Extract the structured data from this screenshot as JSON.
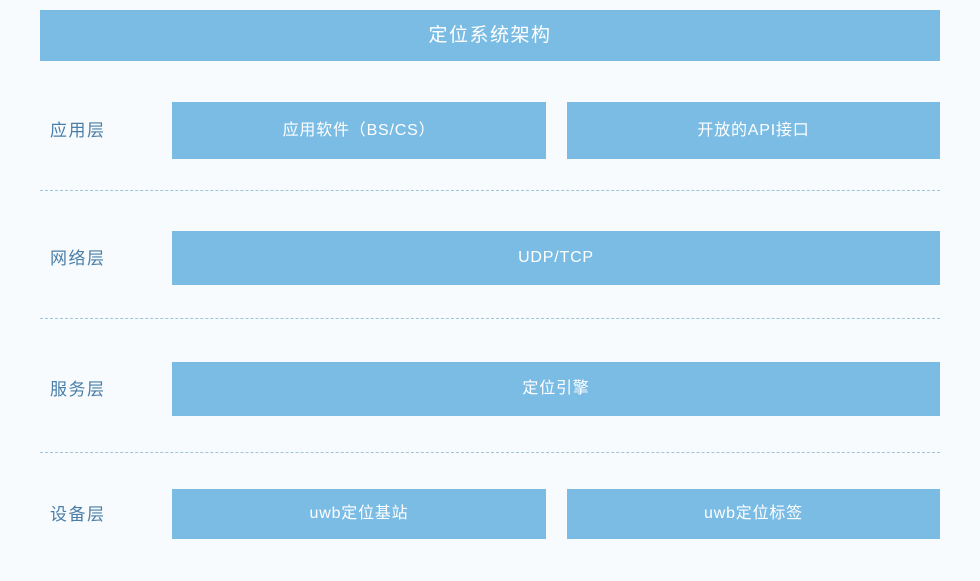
{
  "diagram": {
    "title": "定位系统架构",
    "accent_color": "#7bbce4",
    "background_color": "#f7fbfd",
    "label_color": "#4a7ea8",
    "divider_color": "#9fc4db",
    "box_text_color": "#ffffff",
    "layers": [
      {
        "label": "应用层",
        "boxes": [
          {
            "text": "应用软件（BS/CS）"
          },
          {
            "text": "开放的API接口"
          }
        ]
      },
      {
        "label": "网络层",
        "boxes": [
          {
            "text": "UDP/TCP"
          }
        ]
      },
      {
        "label": "服务层",
        "boxes": [
          {
            "text": "定位引擎"
          }
        ]
      },
      {
        "label": "设备层",
        "boxes": [
          {
            "text": "uwb定位基站"
          },
          {
            "text": "uwb定位标签"
          }
        ]
      }
    ]
  }
}
